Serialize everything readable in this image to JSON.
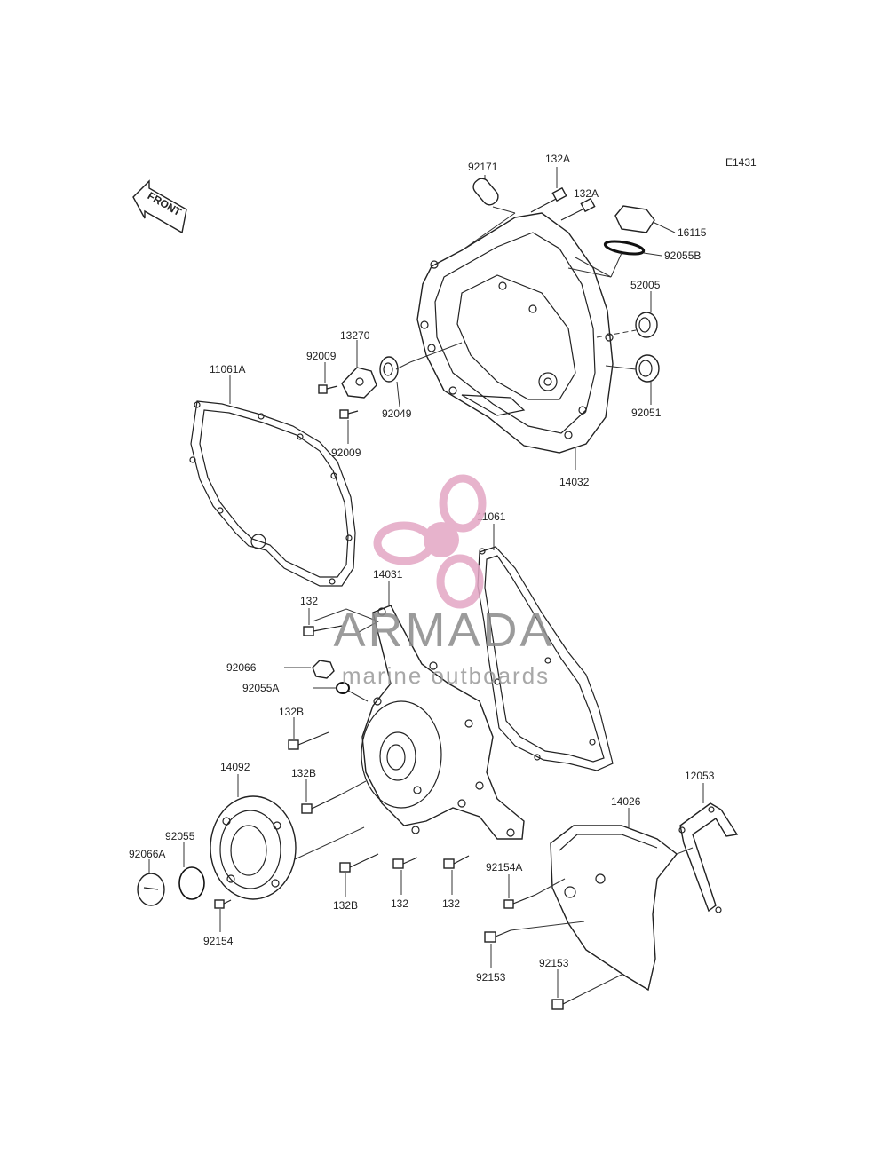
{
  "diagram_code": "E1431",
  "front_label": "FRONT",
  "parts": {
    "p92171": "92171",
    "p132A_1": "132A",
    "p132A_2": "132A",
    "p16115": "16115",
    "p92055B": "92055B",
    "p52005": "52005",
    "p92051": "92051",
    "p14032": "14032",
    "p13270": "13270",
    "p92009_1": "92009",
    "p92009_2": "92009",
    "p92049": "92049",
    "p11061A": "11061A",
    "p11061": "11061",
    "p14031": "14031",
    "p132_1": "132",
    "p92066": "92066",
    "p92055A": "92055A",
    "p132B_1": "132B",
    "p132B_2": "132B",
    "p132B_3": "132B",
    "p132_2": "132",
    "p132_3": "132",
    "p14092": "14092",
    "p92055": "92055",
    "p92066A": "92066A",
    "p92154": "92154",
    "p12053": "12053",
    "p14026": "14026",
    "p92154A": "92154A",
    "p92153_1": "92153",
    "p92153_2": "92153"
  },
  "watermark": {
    "brand": "ARMADA",
    "tagline": "marine outboards",
    "brand_color": "#8a8a8a",
    "logo_color": "#e3a6c4"
  }
}
